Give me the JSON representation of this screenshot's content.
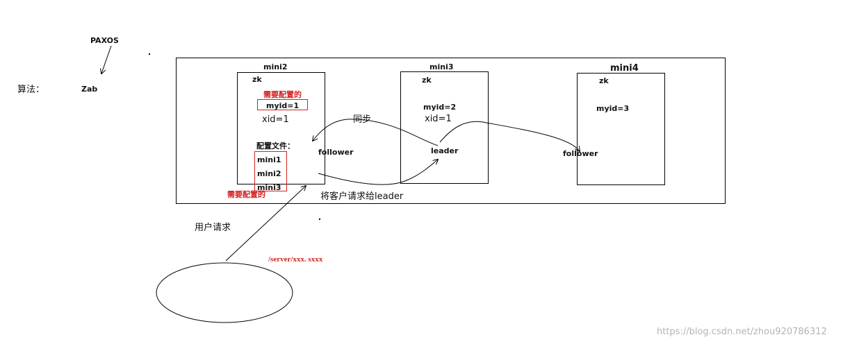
{
  "left": {
    "paxos": "PAXOS",
    "algo_label": "算法：",
    "zab": "Zab"
  },
  "node_mini2": {
    "title": "mini2",
    "zk": "zk",
    "need_config_top": "需要配置的",
    "myid": "myid=1",
    "xid": "xid=1",
    "config_file_label": "配置文件：",
    "config_entries": [
      "mini1",
      "mini2",
      "mini3"
    ],
    "need_config_bottom": "需要配置的",
    "role": "follower"
  },
  "node_mini3": {
    "title": "mini3",
    "zk": "zk",
    "myid": "myid=2",
    "xid": "xid=1",
    "role": "leader"
  },
  "node_mini4": {
    "title": "mini4",
    "zk": "zk",
    "myid": "myid=3",
    "role": "follower"
  },
  "labels": {
    "sync": "同步",
    "forward": "将客户请求给leader",
    "user_request": "用户请求",
    "server_path": "/server/xxx.   sxxx",
    "watermark": "https://blog.csdn.net/zhou920786312"
  },
  "colors": {
    "accent_red": "#d32020",
    "line": "#000000",
    "watermark": "#b4b4b4"
  }
}
